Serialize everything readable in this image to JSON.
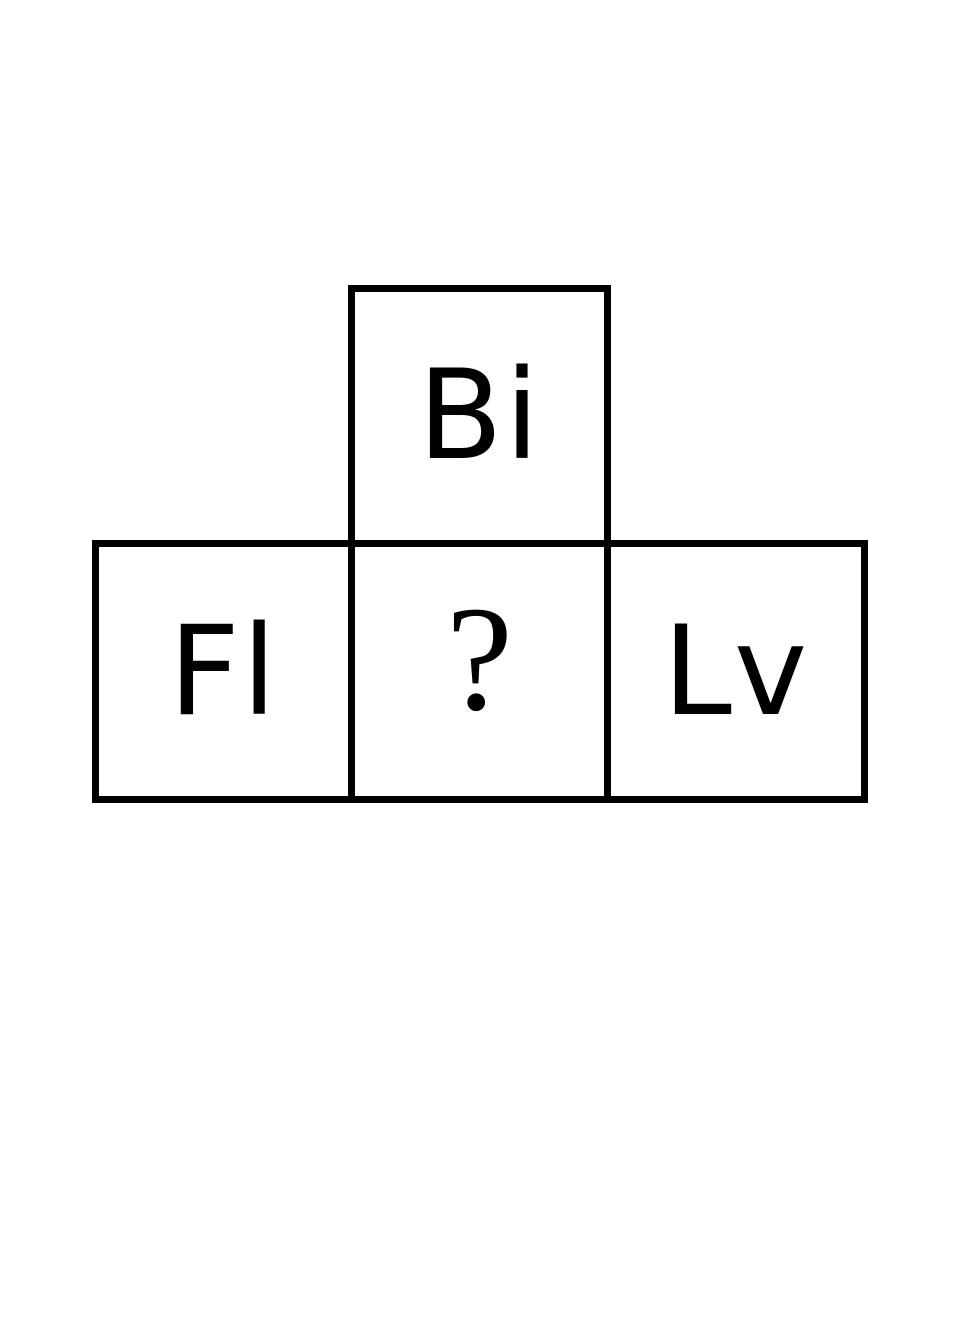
{
  "puzzle": {
    "top": "Bi",
    "left": "Fl",
    "center": "?",
    "right": "Lv"
  },
  "colors": {
    "border": "#000000",
    "background": "#ffffff",
    "text": "#000000"
  }
}
